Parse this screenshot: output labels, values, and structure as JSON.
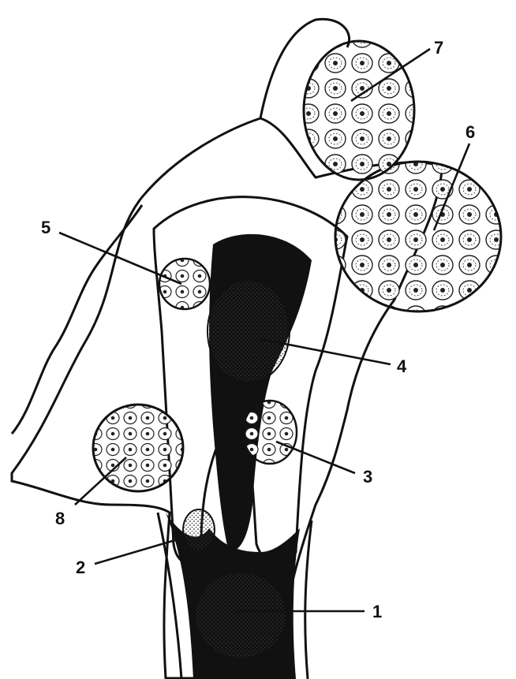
{
  "figure": {
    "labels": [
      {
        "id": "1",
        "text": "1"
      },
      {
        "id": "2",
        "text": "2"
      },
      {
        "id": "3",
        "text": "3"
      },
      {
        "id": "4",
        "text": "4"
      },
      {
        "id": "5",
        "text": "5"
      },
      {
        "id": "6",
        "text": "6"
      },
      {
        "id": "7",
        "text": "7"
      },
      {
        "id": "8",
        "text": "8"
      }
    ],
    "colors": {
      "ink": "#111111",
      "paper": "#ffffff",
      "stipple": "#555555"
    }
  }
}
